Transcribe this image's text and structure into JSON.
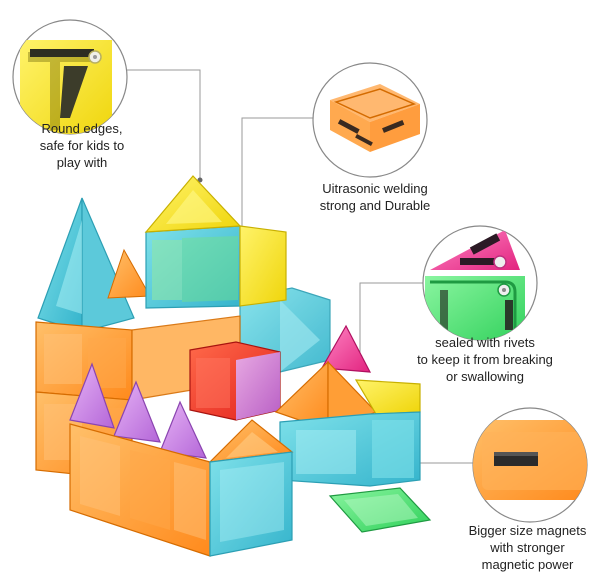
{
  "callouts": [
    {
      "text": "Round edges,\nsafe for kids to\nplay with",
      "detail_icon": "rounded-edge-icon"
    },
    {
      "text": "Uitrasonic welding\nstrong and Durable",
      "detail_icon": "welded-frame-icon"
    },
    {
      "text": "sealed with rivets\nto keep it from breaking\nor swallowing",
      "detail_icon": "rivet-icon"
    },
    {
      "text": "Bigger size magnets\nwith stronger\nmagnetic power",
      "detail_icon": "magnet-icon"
    }
  ],
  "colors": {
    "orange": "#ff9a2e",
    "teal": "#43c4d6",
    "yellow": "#f5e21a",
    "green": "#3fdc6a",
    "red": "#f2342c",
    "purple": "#c47be0",
    "pink": "#ec3c9b",
    "leader": "#9a9a9a"
  }
}
